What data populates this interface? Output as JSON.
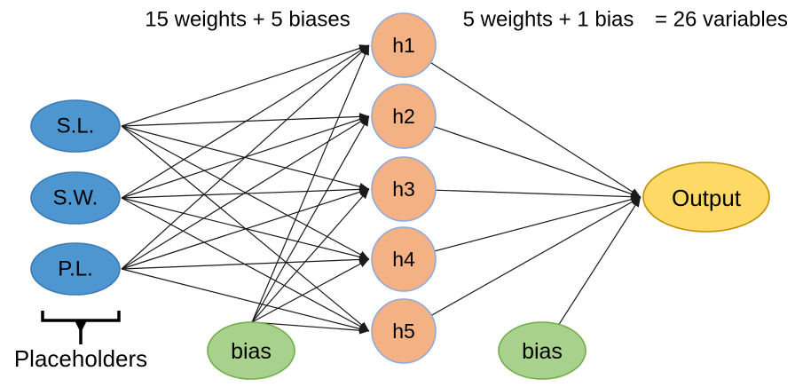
{
  "diagram": {
    "annotations": {
      "hidden_summary": "15 weights + 5 biases",
      "output_summary": "5 weights + 1 bias",
      "total_summary": "= 26 variables",
      "inputs_caption": "Placeholders"
    },
    "input_nodes": [
      {
        "label": "S.L."
      },
      {
        "label": "S.W."
      },
      {
        "label": "P.L."
      }
    ],
    "hidden_nodes": [
      {
        "label": "h1"
      },
      {
        "label": "h2"
      },
      {
        "label": "h3"
      },
      {
        "label": "h4"
      },
      {
        "label": "h5"
      }
    ],
    "output_node": {
      "label": "Output"
    },
    "hidden_bias_node": {
      "label": "bias"
    },
    "output_bias_node": {
      "label": "bias"
    },
    "colors": {
      "background": "#FFFFFF",
      "input_fill": "#4D96D0",
      "input_border": "#3D7AB5",
      "hidden_fill": "#F4B183",
      "hidden_border": "#8FAADC",
      "bias_fill": "#A9D18E",
      "bias_border": "#70AD47",
      "output_fill": "#FFD966",
      "output_border": "#BF9000",
      "edge": "#1A1A1A",
      "text": "#000000"
    }
  }
}
